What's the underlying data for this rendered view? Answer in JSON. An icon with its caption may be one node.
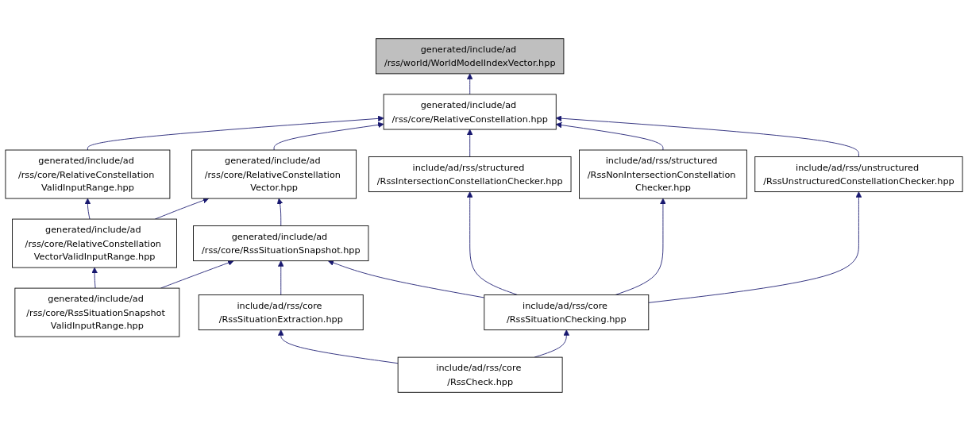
{
  "diagram": {
    "nodes": [
      {
        "text": [
          "generated/include/ad /rss/world/WorldModelIndexVector.hpp"
        ]
      },
      {
        "text": [
          "generated/include/ad /rss/core/RelativeConstellation.hpp"
        ]
      },
      {
        "text": [
          "generated/include/ad /rss/core/RelativeConstellation ValidInputRange.hpp"
        ]
      },
      {
        "text": [
          "generated/include/ad /rss/core/RelativeConstellation Vector.hpp"
        ]
      },
      {
        "text": [
          "include/ad/rss/unstructured /RssUnstructuredConstellationChecker.hpp"
        ]
      },
      {
        "text": [
          "generated/include/ad /rss/core/RelativeConstellation VectorValidInputRange.hpp"
        ]
      },
      {
        "text": [
          "generated/include/ad /rss/core/RssSituationSnapshot.hpp"
        ]
      },
      {
        "text": [
          "include/ad/rss/structured /RssIntersectionConstellationChecker.hpp"
        ]
      },
      {
        "text": [
          "include/ad/rss/structured /RssNonIntersectionConstellation Checker.hpp"
        ]
      },
      {
        "text": [
          "generated/include/ad /rss/core/RssSituationSnapshot ValidInputRange.hpp"
        ]
      },
      {
        "text": [
          "include/ad/rss/core /RssSituationExtraction.hpp"
        ]
      },
      {
        "text": [
          "include/ad/rss/core /RssSituationChecking.hpp"
        ]
      },
      {
        "text": [
          "include/ad/rss/core /RssCheck.hpp"
        ]
      }
    ],
    "edges": [
      {
        "from": 1,
        "to": 0,
        "arrow": "to"
      },
      {
        "from": 2,
        "to": 1,
        "arrow": "to"
      },
      {
        "from": 3,
        "to": 1,
        "arrow": "to"
      },
      {
        "from": 7,
        "to": 1,
        "arrow": "to"
      },
      {
        "from": 8,
        "to": 1,
        "arrow": "to"
      },
      {
        "from": 4,
        "to": 1,
        "arrow": "to"
      },
      {
        "from": 5,
        "to": 2,
        "arrow": "to"
      },
      {
        "from": 5,
        "to": 3,
        "arrow": "to"
      },
      {
        "from": 6,
        "to": 3,
        "arrow": "to"
      },
      {
        "from": 9,
        "to": 5,
        "arrow": "to"
      },
      {
        "from": 9,
        "to": 6,
        "arrow": "to"
      },
      {
        "from": 10,
        "to": 6,
        "arrow": "to"
      },
      {
        "from": 11,
        "to": 6,
        "arrow": "to"
      },
      {
        "from": 11,
        "to": 7,
        "arrow": "to"
      },
      {
        "from": 11,
        "to": 8,
        "arrow": "to"
      },
      {
        "from": 11,
        "to": 4,
        "arrow": "to"
      },
      {
        "from": 12,
        "to": 10,
        "arrow": "to"
      },
      {
        "from": 12,
        "to": 11,
        "arrow": "to"
      }
    ]
  }
}
